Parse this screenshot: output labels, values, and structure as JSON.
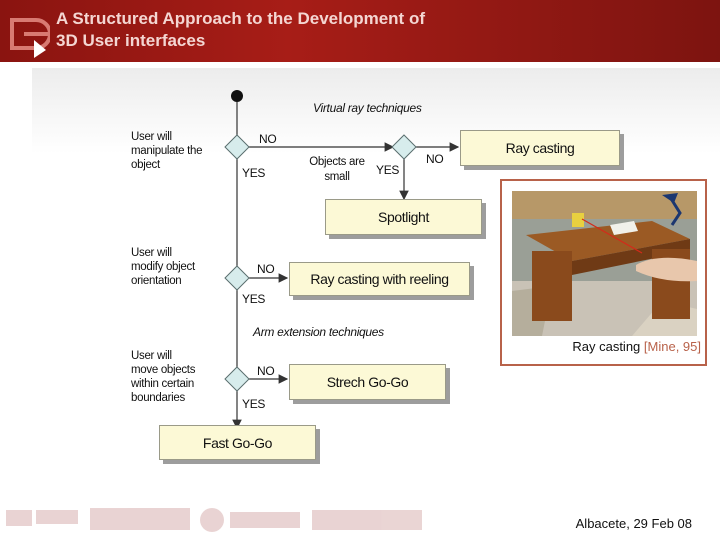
{
  "header": {
    "title_line1": "A Structured Approach to the Development of",
    "title_line2": "3D User interfaces"
  },
  "flowchart": {
    "virtual_ray_label": "Virtual ray techniques",
    "arm_extension_label": "Arm extension techniques",
    "q1_lines": [
      "User will",
      "manipulate the",
      "object"
    ],
    "q1_no": "NO",
    "q1_yes": "YES",
    "q_small_lines": [
      "Objects are",
      "small"
    ],
    "q_small_yes": "YES",
    "q_small_no": "NO",
    "box_ray_casting": "Ray casting",
    "box_spotlight": "Spotlight",
    "q2_lines": [
      "User will",
      "modify object",
      "orientation"
    ],
    "q2_no": "NO",
    "q2_yes": "YES",
    "box_ray_reeling": "Ray casting with reeling",
    "q3_lines": [
      "User will",
      "move objects",
      "within certain",
      "boundaries"
    ],
    "q3_no": "NO",
    "q3_yes": "YES",
    "box_strech_gogo": "Strech Go-Go",
    "box_fast_gogo": "Fast Go-Go"
  },
  "photo": {
    "caption_text": "Ray casting ",
    "caption_cite": "[Mine, 95]"
  },
  "footer": {
    "date": "Albacete, 29 Feb 08"
  },
  "colors": {
    "header_red": "#a71d17",
    "box_fill": "#fcf9d6",
    "citation": "#b8624a",
    "decision_fill": "#d7ecec"
  }
}
